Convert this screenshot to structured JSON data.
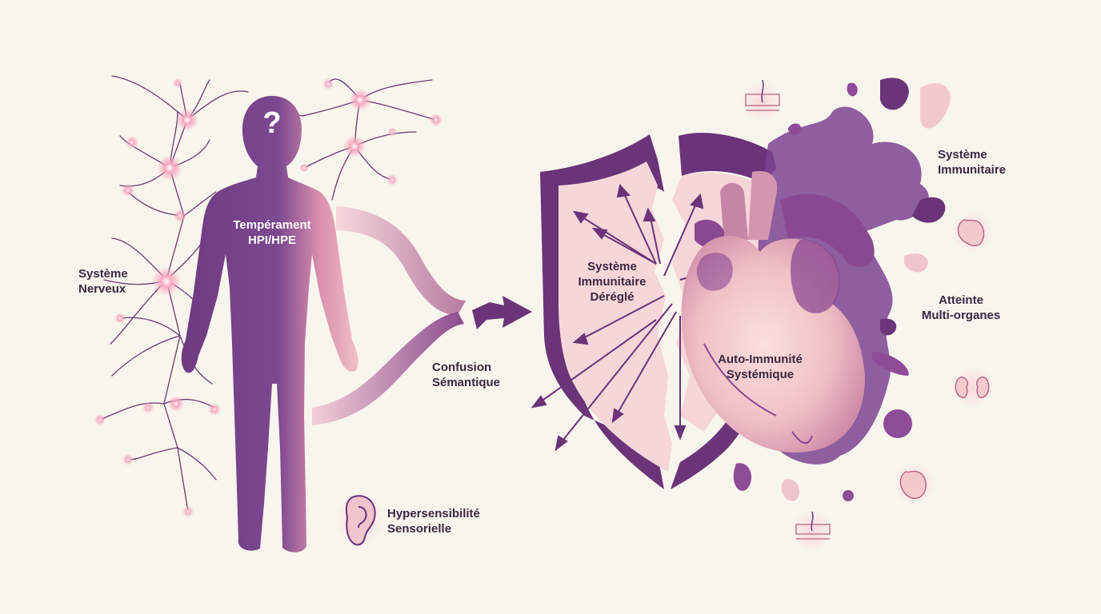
{
  "labels": {
    "nervous_system": [
      "Système",
      "Nerveux"
    ],
    "temperament": [
      "Tempérament",
      "HPI/HPE"
    ],
    "question_mark": "?",
    "semantic_confusion": [
      "Confusion",
      "Sémantique"
    ],
    "sensory_hypersensitivity": [
      "Hypersensibilité",
      "Sensorielle"
    ],
    "dysregulated_immune": [
      "Système",
      "Immunitaire",
      "Déréglé"
    ],
    "systemic_autoimmunity": [
      "Auto-Immunité",
      "Systémique"
    ],
    "immune_system": [
      "Système",
      "Immunitaire"
    ],
    "multi_organ": [
      "Atteinte",
      "Multi-organes"
    ]
  },
  "icons": [
    "question-icon",
    "ear-icon",
    "skin-icon",
    "heart-organ-icon",
    "kidneys-icon"
  ],
  "colors": {
    "background": "#f8f4ee",
    "deep_purple": "#6b3479",
    "mid_purple": "#8e4c98",
    "pink": "#f0c4cc",
    "light_pink": "#f7dedf",
    "text": "#3a2940"
  }
}
